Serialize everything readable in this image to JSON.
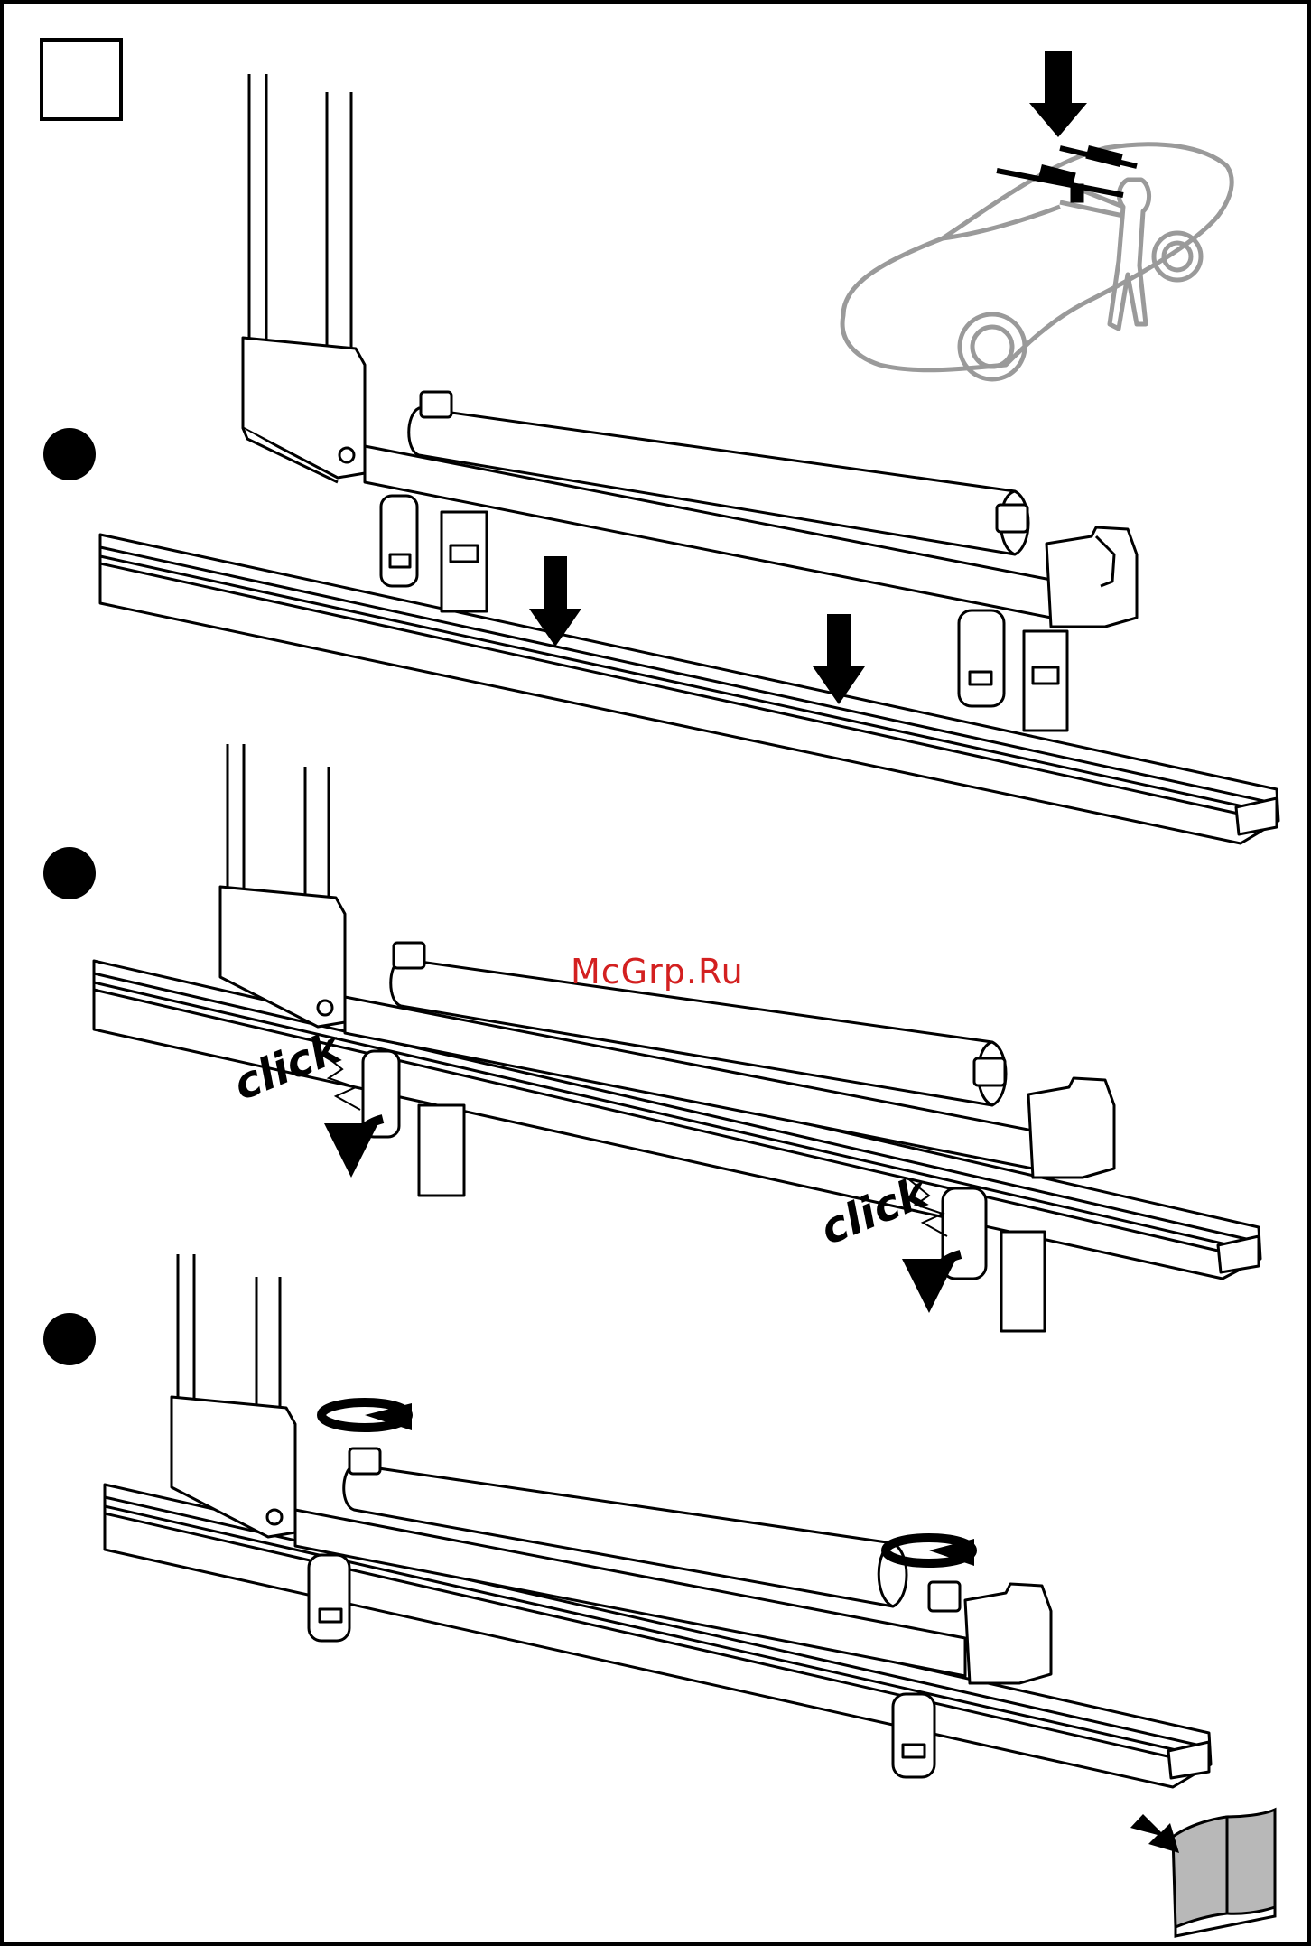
{
  "watermark": "McGrp.Ru",
  "steps": [
    {
      "id": 1,
      "callout": ""
    },
    {
      "id": 2,
      "callout": "click"
    },
    {
      "id": 3,
      "callout": ""
    }
  ],
  "labels": {
    "click_a": "click",
    "click_b": "click"
  },
  "icons": {
    "step_box": "empty-square-icon",
    "bullet": "filled-circle-icon",
    "push_arrow": "down-arrow-icon",
    "rotate_arrow": "rotate-arrow-icon",
    "book": "open-book-icon"
  },
  "colors": {
    "ink": "#000000",
    "car_outline": "#9a9a9a",
    "book_fill": "#b8b8b8",
    "watermark": "#d32020"
  }
}
